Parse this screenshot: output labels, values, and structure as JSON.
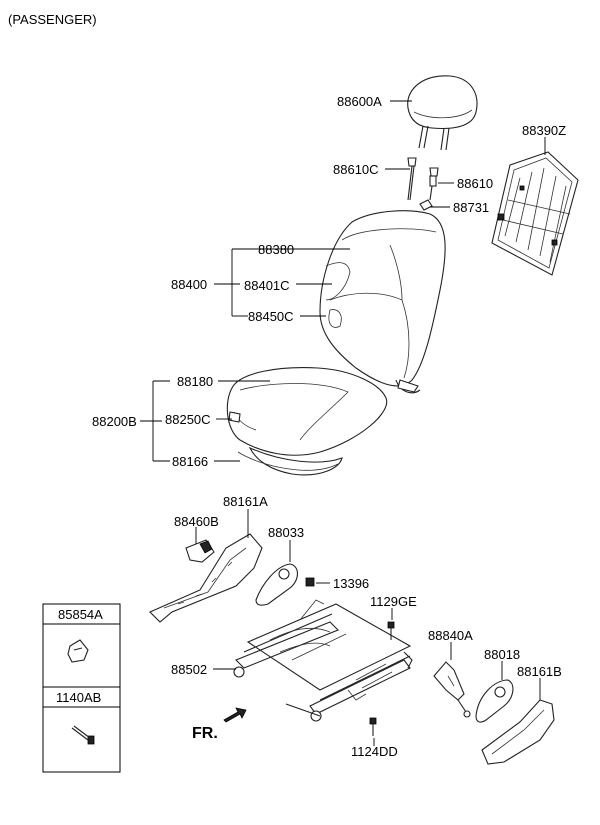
{
  "header": {
    "variant": "(PASSENGER)"
  },
  "labels": {
    "headrest": "88600A",
    "headrest_guide_a": "88610C",
    "headrest_guide_b": "88610",
    "guide_clip": "88731",
    "back_board": "88390Z",
    "back_assembly": "88400",
    "back_pad": "88380",
    "back_cover": "88401C",
    "back_lumbar": "88450C",
    "cushion_assembly": "88200B",
    "cushion_pad": "88180",
    "cushion_cover": "88250C",
    "cushion_base": "88166",
    "shield_inner_front": "88161A",
    "knob_cover": "88460B",
    "recliner_cover": "88033",
    "nut": "13396",
    "bolt_upper": "1129GE",
    "track_assembly": "88502",
    "belt_buckle": "88840A",
    "recliner_cover_b": "88018",
    "shield_outer": "88161B",
    "bolt_lower": "1124DD",
    "direction": "FR."
  },
  "legend": {
    "items": [
      {
        "code": "85854A",
        "icon": "clip-icon"
      },
      {
        "code": "1140AB",
        "icon": "screw-icon"
      }
    ]
  }
}
